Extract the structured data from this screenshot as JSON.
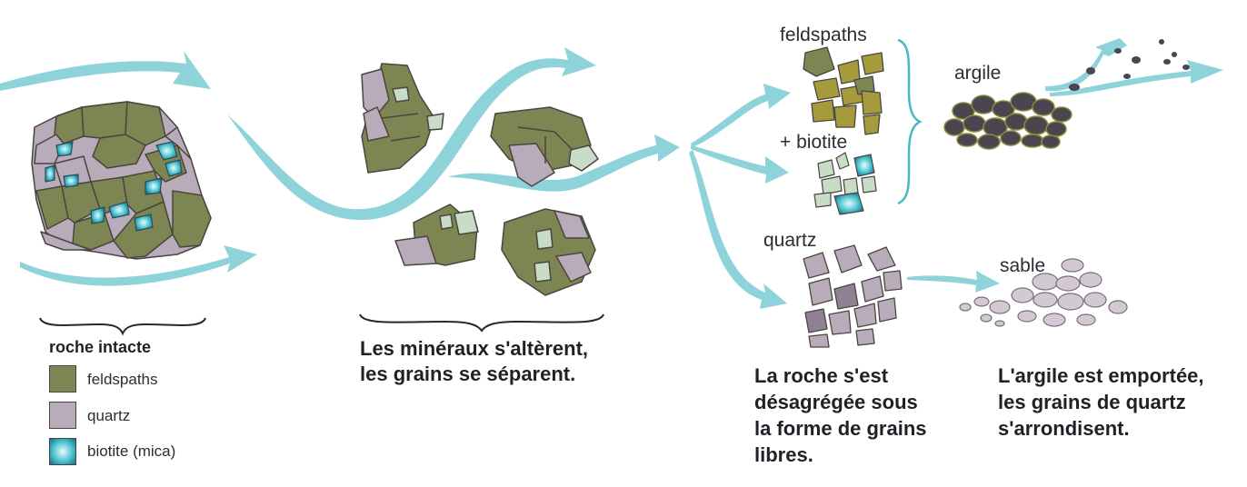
{
  "labels": {
    "feldspaths": "feldspaths",
    "biotite": "+ biotite",
    "quartz": "quartz",
    "argile": "argile",
    "sable": "sable"
  },
  "legend": {
    "title": "roche intacte",
    "items": [
      {
        "label": "feldspaths",
        "color": "#7d8653"
      },
      {
        "label": "quartz",
        "color": "#b9acba"
      },
      {
        "label": "biotite (mica)",
        "color": "#1aa3b4"
      }
    ]
  },
  "captions": {
    "step2_line1": "Les minéraux s'altèrent,",
    "step2_line2": "les grains se séparent.",
    "step3_line1": "La roche s'est",
    "step3_line2": "désagrégée sous",
    "step3_line3": "la forme de grains",
    "step3_line4": "libres.",
    "step4_line1": "L'argile est emportée,",
    "step4_line2": "les grains de quartz",
    "step4_line3": "s'arrondisent."
  },
  "colors": {
    "arrow": "#8fd3da",
    "feldspar": "#7d8653",
    "feldspar_yellow": "#a59a3c",
    "quartz": "#b9acba",
    "biotite": "#1aa3b4",
    "outline": "#4a4540",
    "clay": "#4a4650",
    "clay_rim": "#8b8b3d",
    "sand": "#d2c9d3"
  }
}
